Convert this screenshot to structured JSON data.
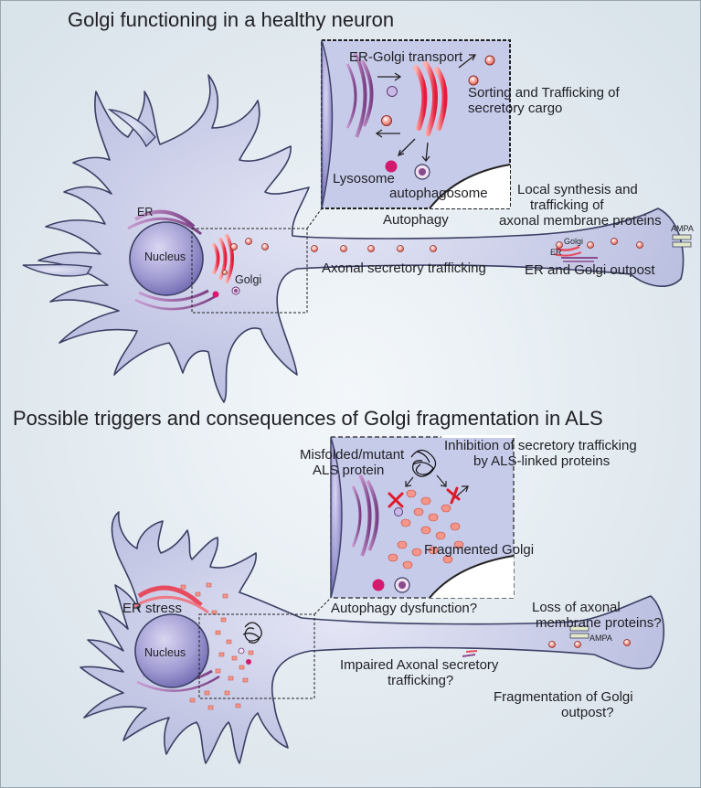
{
  "titles": {
    "healthy": "Golgi functioning in a healthy neuron",
    "als": "Possible triggers and consequences of Golgi fragmentation in ALS"
  },
  "healthy": {
    "er": "ER",
    "nucleus": "Nucleus",
    "golgi": "Golgi",
    "axonal_trafficking": "Axonal secretory trafficking",
    "er_golgi_transport": "ER-Golgi transport",
    "sorting_1": "Sorting and Trafficking of",
    "sorting_2": "secretory cargo",
    "lysosome": "Lysosome",
    "autophagosome": "autophagosome",
    "autophagy": "Autophagy",
    "local_synthesis_1": "Local synthesis and",
    "local_synthesis_2": "trafficking of",
    "local_synthesis_3": "axonal membrane proteins",
    "outpost": "ER and Golgi outpost",
    "ampa": "AMPA",
    "outpost_golgi": "Golgi",
    "outpost_er": "ER"
  },
  "als": {
    "er_stress": "ER stress",
    "nucleus": "Nucleus",
    "misfolded_1": "Misfolded/mutant",
    "misfolded_2": "ALS protein",
    "inhibition_1": "Inhibition of secretory trafficking",
    "inhibition_2": "by ALS-linked proteins",
    "fragmented_golgi": "Fragmented Golgi",
    "autophagy_dysfunction": "Autophagy dysfunction?",
    "loss_1": "Loss of axonal",
    "loss_2": "membrane proteins?",
    "impaired_1": "Impaired Axonal secretory",
    "impaired_2": "trafficking?",
    "outpost_frag_1": "Fragmentation of Golgi",
    "outpost_frag_2": "outpost?",
    "ampa": "AMPA"
  },
  "colors": {
    "cell_fill": "#c9cde9",
    "cell_stroke": "#3b3f64",
    "nucleus": "#8c86c8",
    "golgi": "#e84a5f",
    "er": "#8a4a8e",
    "vesicle": "#f08a84",
    "lysosome": "#d41a6e"
  }
}
